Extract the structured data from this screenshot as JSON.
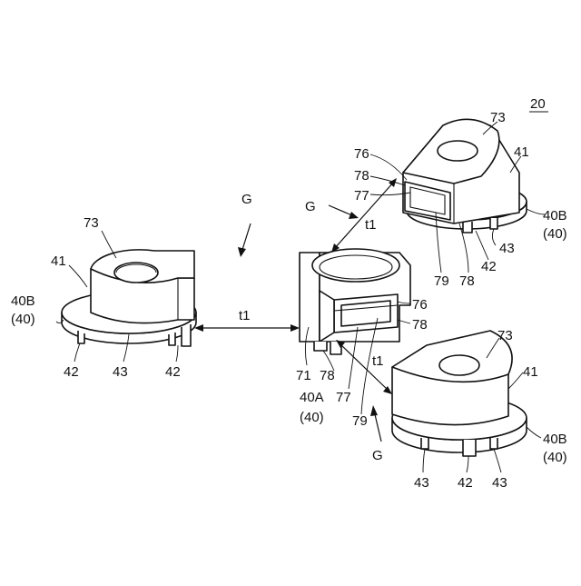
{
  "figure_number": "20",
  "group_labels": {
    "top_left": "G",
    "middle": "G",
    "bottom": "G"
  },
  "distance_labels": {
    "horizontal": "t1",
    "upper_right": "t1",
    "lower_right": "t1"
  },
  "left_unit": {
    "label_73": "73",
    "label_41": "41",
    "label_40b": "40B",
    "label_40": "(40)",
    "label_42_left": "42",
    "label_43": "43",
    "label_42_right": "42"
  },
  "center_unit": {
    "label_76": "76",
    "label_78_right": "78",
    "label_71": "71",
    "label_78_bottom": "78",
    "label_40a": "40A",
    "label_40": "(40)",
    "label_77": "77",
    "label_79": "79"
  },
  "upper_right_unit": {
    "label_73": "73",
    "label_41": "41",
    "label_76": "76",
    "label_78_top": "78",
    "label_77": "77",
    "label_78_bottom": "78",
    "label_79": "79",
    "label_40b": "40B",
    "label_40": "(40)",
    "label_43": "43",
    "label_42": "42"
  },
  "lower_right_unit": {
    "label_73": "73",
    "label_41": "41",
    "label_40b": "40B",
    "label_40": "(40)",
    "label_43_left": "43",
    "label_42": "42",
    "label_43_right": "43"
  }
}
